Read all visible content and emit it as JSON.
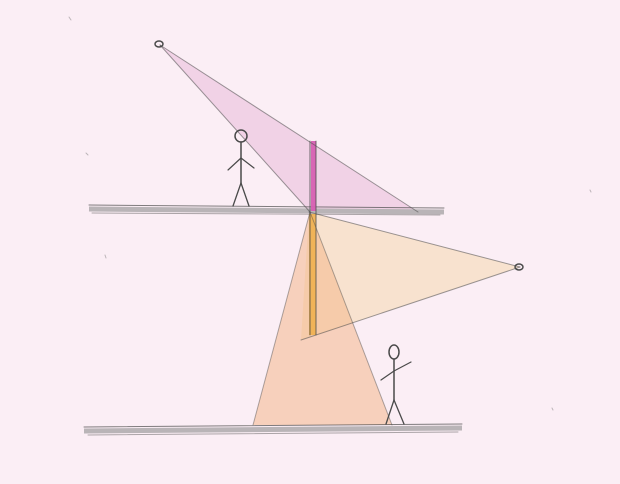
{
  "scene": {
    "background_color": "#fbeef5",
    "shelf_color": "#b9b4b7",
    "outline_color": "#4a4a4a",
    "light_cones": [
      {
        "name": "upper-lamp-cone",
        "fill": "#e9bcd8",
        "opacity": 0.55
      },
      {
        "name": "right-lamp-cone",
        "fill": "#f7ddbf",
        "opacity": 0.7
      },
      {
        "name": "lower-cone",
        "fill": "#f4b88c",
        "opacity": 0.55
      }
    ],
    "post": {
      "upper_color": "#d65fb2",
      "lower_color": "#efb04f"
    },
    "figures": [
      {
        "name": "upper-stick-figure"
      },
      {
        "name": "lower-stick-figure"
      }
    ],
    "icons": [
      "lamp-icon",
      "stick-figure-icon",
      "shelf-line"
    ]
  }
}
